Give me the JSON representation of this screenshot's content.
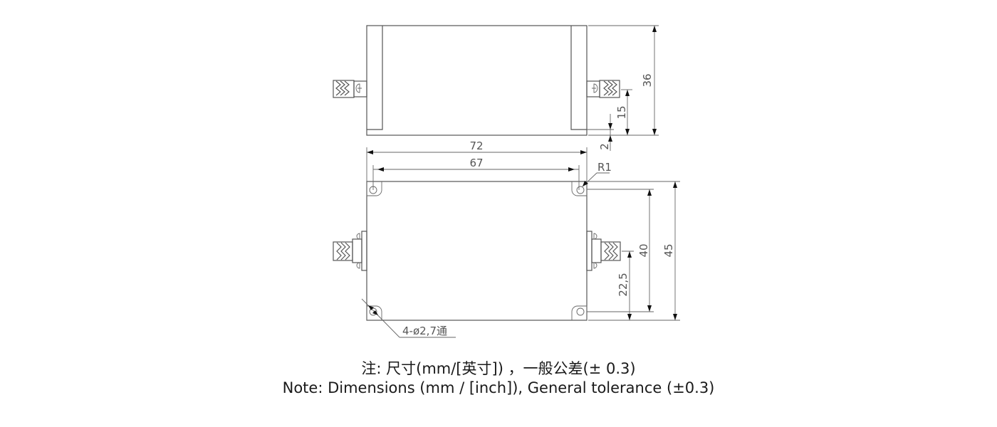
{
  "drawing": {
    "top_view": {
      "height_dim": "36",
      "connector_offset_dim": "15",
      "flange_offset_dim": "2"
    },
    "front_view": {
      "width_dim": "72",
      "hole_spacing_dim": "67",
      "corner_radius_label": "R1",
      "height_dim": "45",
      "hole_vertical_spacing_dim": "40",
      "connector_height_dim": "22,5",
      "hole_callout": "4-ø2,7通"
    }
  },
  "notes": {
    "chinese": "注: 尺寸(mm/[英寸]) ，一般公差(± 0.3)",
    "english": "Note: Dimensions (mm / [inch]), General tolerance (±0.3)"
  }
}
